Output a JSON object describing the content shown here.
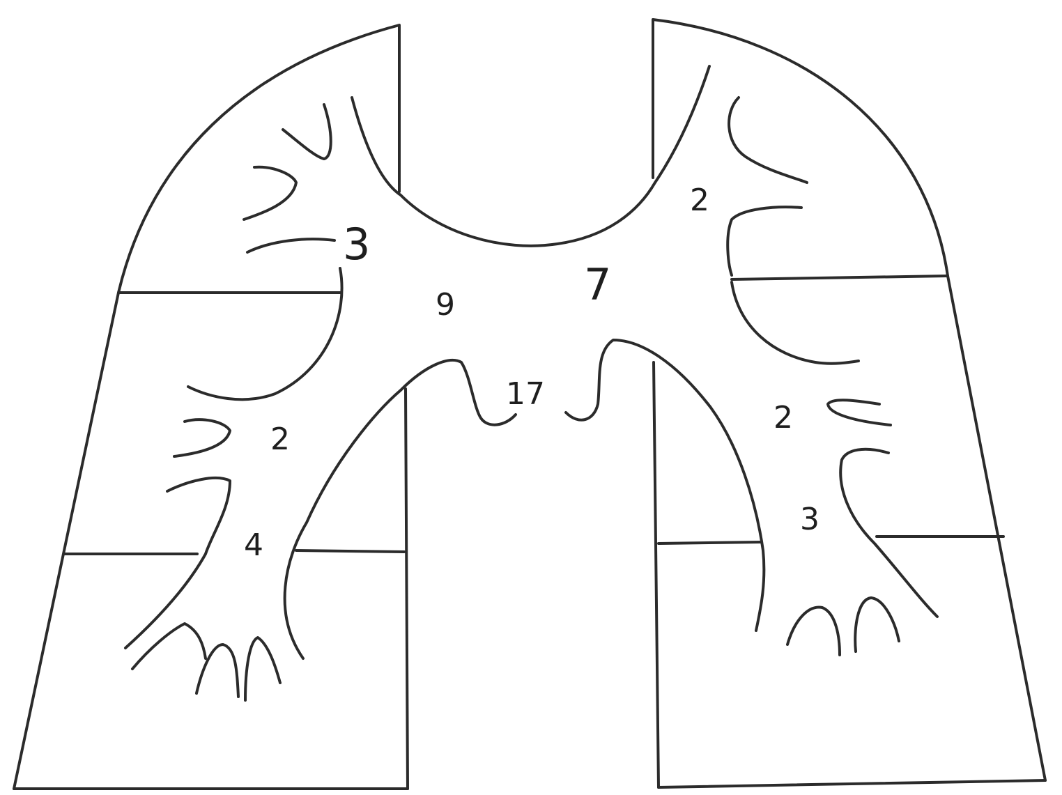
{
  "labels": {
    "left_upper": "3",
    "central_left": "9",
    "central_right": "7",
    "central_lower": "17",
    "left_middle": "2",
    "left_lower": "4",
    "right_upper": "2",
    "right_middle": "2",
    "right_lower": "3"
  },
  "colors": {
    "stroke": "#2b2b2b",
    "background": "#ffffff"
  }
}
